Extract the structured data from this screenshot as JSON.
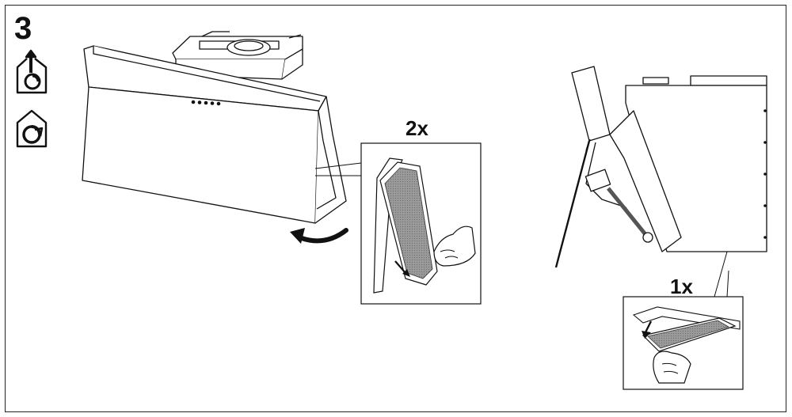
{
  "step": {
    "number": "3"
  },
  "callouts": {
    "front_filter_count": "2x",
    "side_filter_count": "1x"
  },
  "icons": {
    "ducted_mode": "house-with-upward-fan-icon",
    "recirculation_mode": "house-with-recirculating-fan-icon"
  },
  "colors": {
    "line": "#111111",
    "filter_mesh": "#8c8c8c",
    "background": "#ffffff"
  }
}
